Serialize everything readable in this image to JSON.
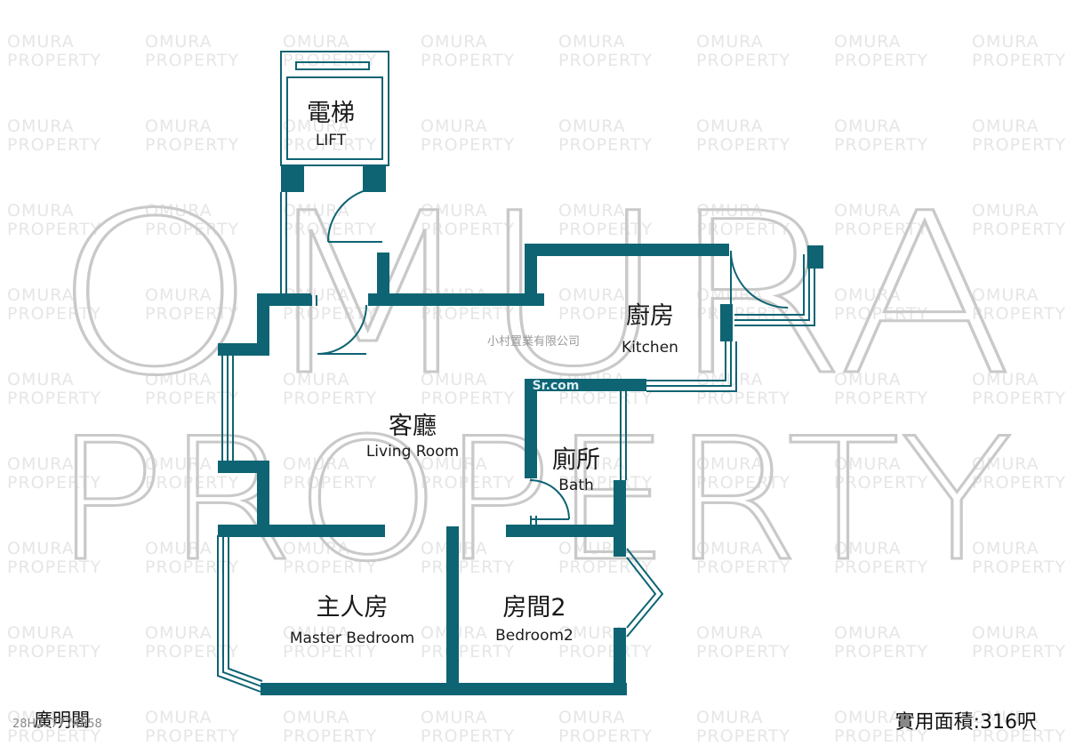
{
  "watermark": {
    "brand_line1": "OMURA",
    "brand_line2": "PROPERTY",
    "company_cn": "小村置業有限公司",
    "site_mark": "Sr.com"
  },
  "rooms": {
    "lift": {
      "zh": "電梯",
      "en": "LIFT"
    },
    "kitchen": {
      "zh": "廚房",
      "en": "Kitchen"
    },
    "living": {
      "zh": "客廳",
      "en": "Living Room"
    },
    "bath": {
      "zh": "廁所",
      "en": "Bath"
    },
    "master": {
      "zh": "主人房",
      "en": "Master Bedroom"
    },
    "bedroom2": {
      "zh": "房間2",
      "en": "Bedroom2"
    }
  },
  "footer": {
    "building": "廣明閣",
    "ref": "28H2..7774858",
    "area": "實用面積:316呎"
  },
  "colors": {
    "wall": "#0e6473",
    "watermark": "#c9c9c9",
    "text": "#1a1a1a"
  }
}
